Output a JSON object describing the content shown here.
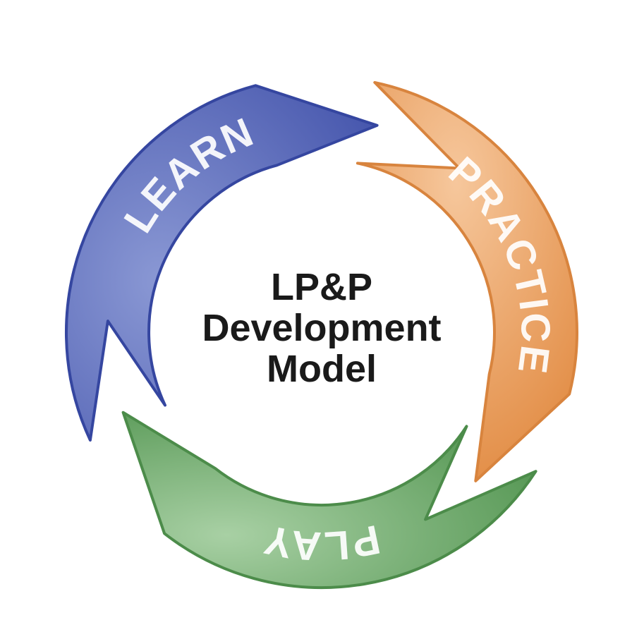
{
  "center": {
    "line1": "LP&P",
    "line2": "Development",
    "line3": "Model"
  },
  "segments": [
    {
      "label": "LEARN",
      "color": "#4858AE",
      "edge": "#3546A0",
      "light": "#8A98D4"
    },
    {
      "label": "PRACTICE",
      "color": "#E89A58",
      "edge": "#D8843E",
      "light": "#F6C79C"
    },
    {
      "label": "PLAY",
      "color": "#5E9E5C",
      "edge": "#4C8C4A",
      "light": "#A8D0A4"
    }
  ]
}
